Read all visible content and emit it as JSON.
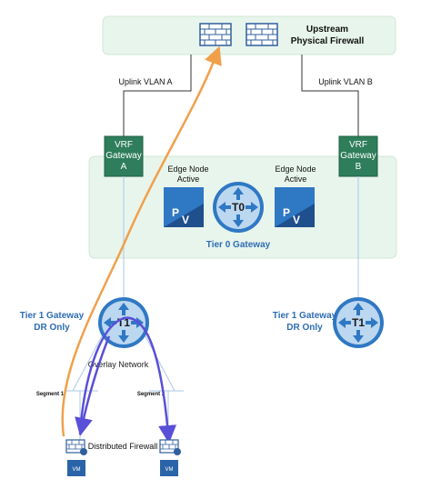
{
  "upstream": {
    "title_line1": "Upstream",
    "title_line2": "Physical Firewall"
  },
  "uplinks": {
    "a": "Uplink VLAN A",
    "b": "Uplink VLAN B"
  },
  "vrf_a": {
    "line1": "VRF",
    "line2": "Gateway",
    "line3": "A"
  },
  "vrf_b": {
    "line1": "VRF",
    "line2": "Gateway",
    "line3": "B"
  },
  "tier0": {
    "label": "Tier 0 Gateway",
    "router_label": "T0",
    "edge_left": {
      "line1": "Edge Node",
      "line2": "Active"
    },
    "edge_right": {
      "line1": "Edge Node",
      "line2": "Active"
    }
  },
  "tier1_left": {
    "line1": "Tier 1 Gateway",
    "line2": "DR Only",
    "router_label": "T1"
  },
  "tier1_right": {
    "line1": "Tier 1 Gateway",
    "line2": "DR Only",
    "router_label": "T1"
  },
  "overlay_label": "Overlay Network",
  "segments": {
    "left": "Segment 1",
    "right": "Segment 2"
  },
  "distributed_firewall": "Distributed Firewall",
  "vms": {
    "left": "VM",
    "right": "VM"
  },
  "colors": {
    "green_box": "#e8f5ec",
    "green_border": "#cfe8d6",
    "vrf_fill": "#2e7d5b",
    "router_blue": "#2f78c4",
    "router_light": "#bcd7f0",
    "label_blue": "#2e6db4",
    "orange_path": "#f0a04b",
    "purple_path": "#5a4fd8",
    "line_blue": "#a9c8e8",
    "vm_fill": "#2a64a8"
  }
}
